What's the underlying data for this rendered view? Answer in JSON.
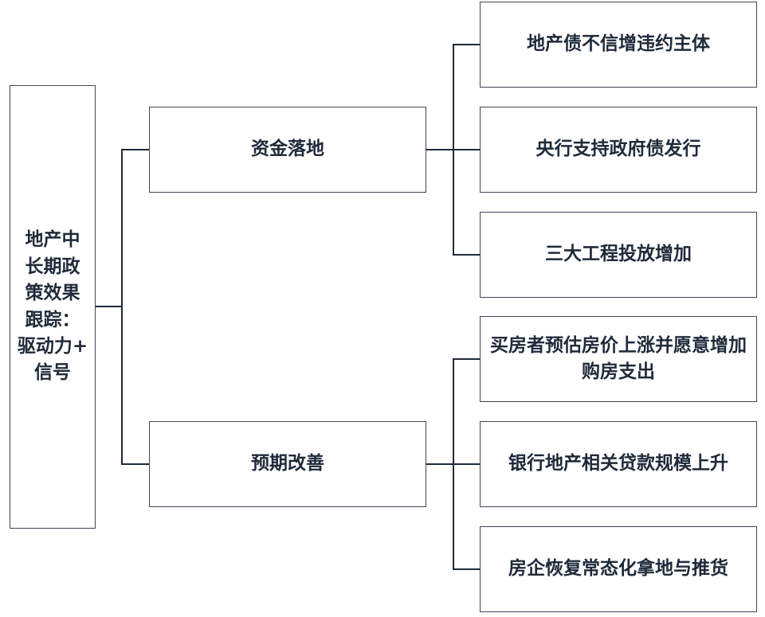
{
  "root": {
    "lines": [
      "地产中",
      "长期政",
      "策效果",
      "跟踪：",
      "驱动力+",
      "信号"
    ]
  },
  "mid": [
    {
      "label": "资金落地"
    },
    {
      "label": "预期改善"
    }
  ],
  "leaves": [
    {
      "label": "地产债不信增违约主体"
    },
    {
      "label": "央行支持政府债发行"
    },
    {
      "label": "三大工程投放增加"
    },
    {
      "label": "买房者预估房价上涨并愿意增加购房支出"
    },
    {
      "label": "银行地产相关贷款规模上升"
    },
    {
      "label": "房企恢复常态化拿地与推货"
    }
  ],
  "colors": {
    "border": "#404652",
    "line": "#1f2a3a",
    "text": "#1f2a3a"
  }
}
